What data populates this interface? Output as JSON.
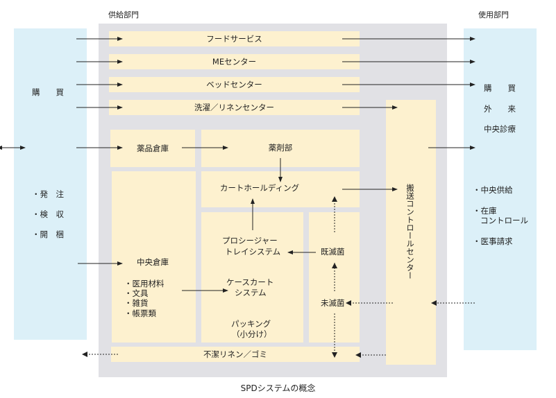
{
  "headings": {
    "supply": "供給部門",
    "use": "使用部門"
  },
  "left_panel": {
    "purchase": "購　　買",
    "items": [
      "・発　注",
      "・検　収",
      "・開　梱"
    ]
  },
  "right_panel": {
    "top_items": [
      "購　　買",
      "外　　来",
      "中央診療"
    ],
    "bottom_items": [
      "・中央供給",
      "・在庫",
      "コントロール",
      "・医事請求"
    ]
  },
  "rows": {
    "food": "フードサービス",
    "me": "MEセンター",
    "bed": "ベッドセンター",
    "laundry": "洗濯／リネンセンター",
    "dirty": "不潔リネン／ゴミ"
  },
  "boxes": {
    "drug_warehouse": "薬品倉庫",
    "pharmacy": "薬剤部",
    "cart_holding": "カートホールディング",
    "central_warehouse": "中央倉庫",
    "central_items": [
      "・医用材料",
      "・文具",
      "・雑貨",
      "・帳票類"
    ],
    "procedure_tray": [
      "プロシージャー",
      "トレイシステム"
    ],
    "case_cart": [
      "ケースカート",
      "システム"
    ],
    "packing": [
      "パッキング",
      "（小分け）"
    ],
    "sterilized": "既滅菌",
    "unsterilized": "未滅菌",
    "transport": "搬送コントロールセンター"
  },
  "caption": "SPDシステムの概念"
}
